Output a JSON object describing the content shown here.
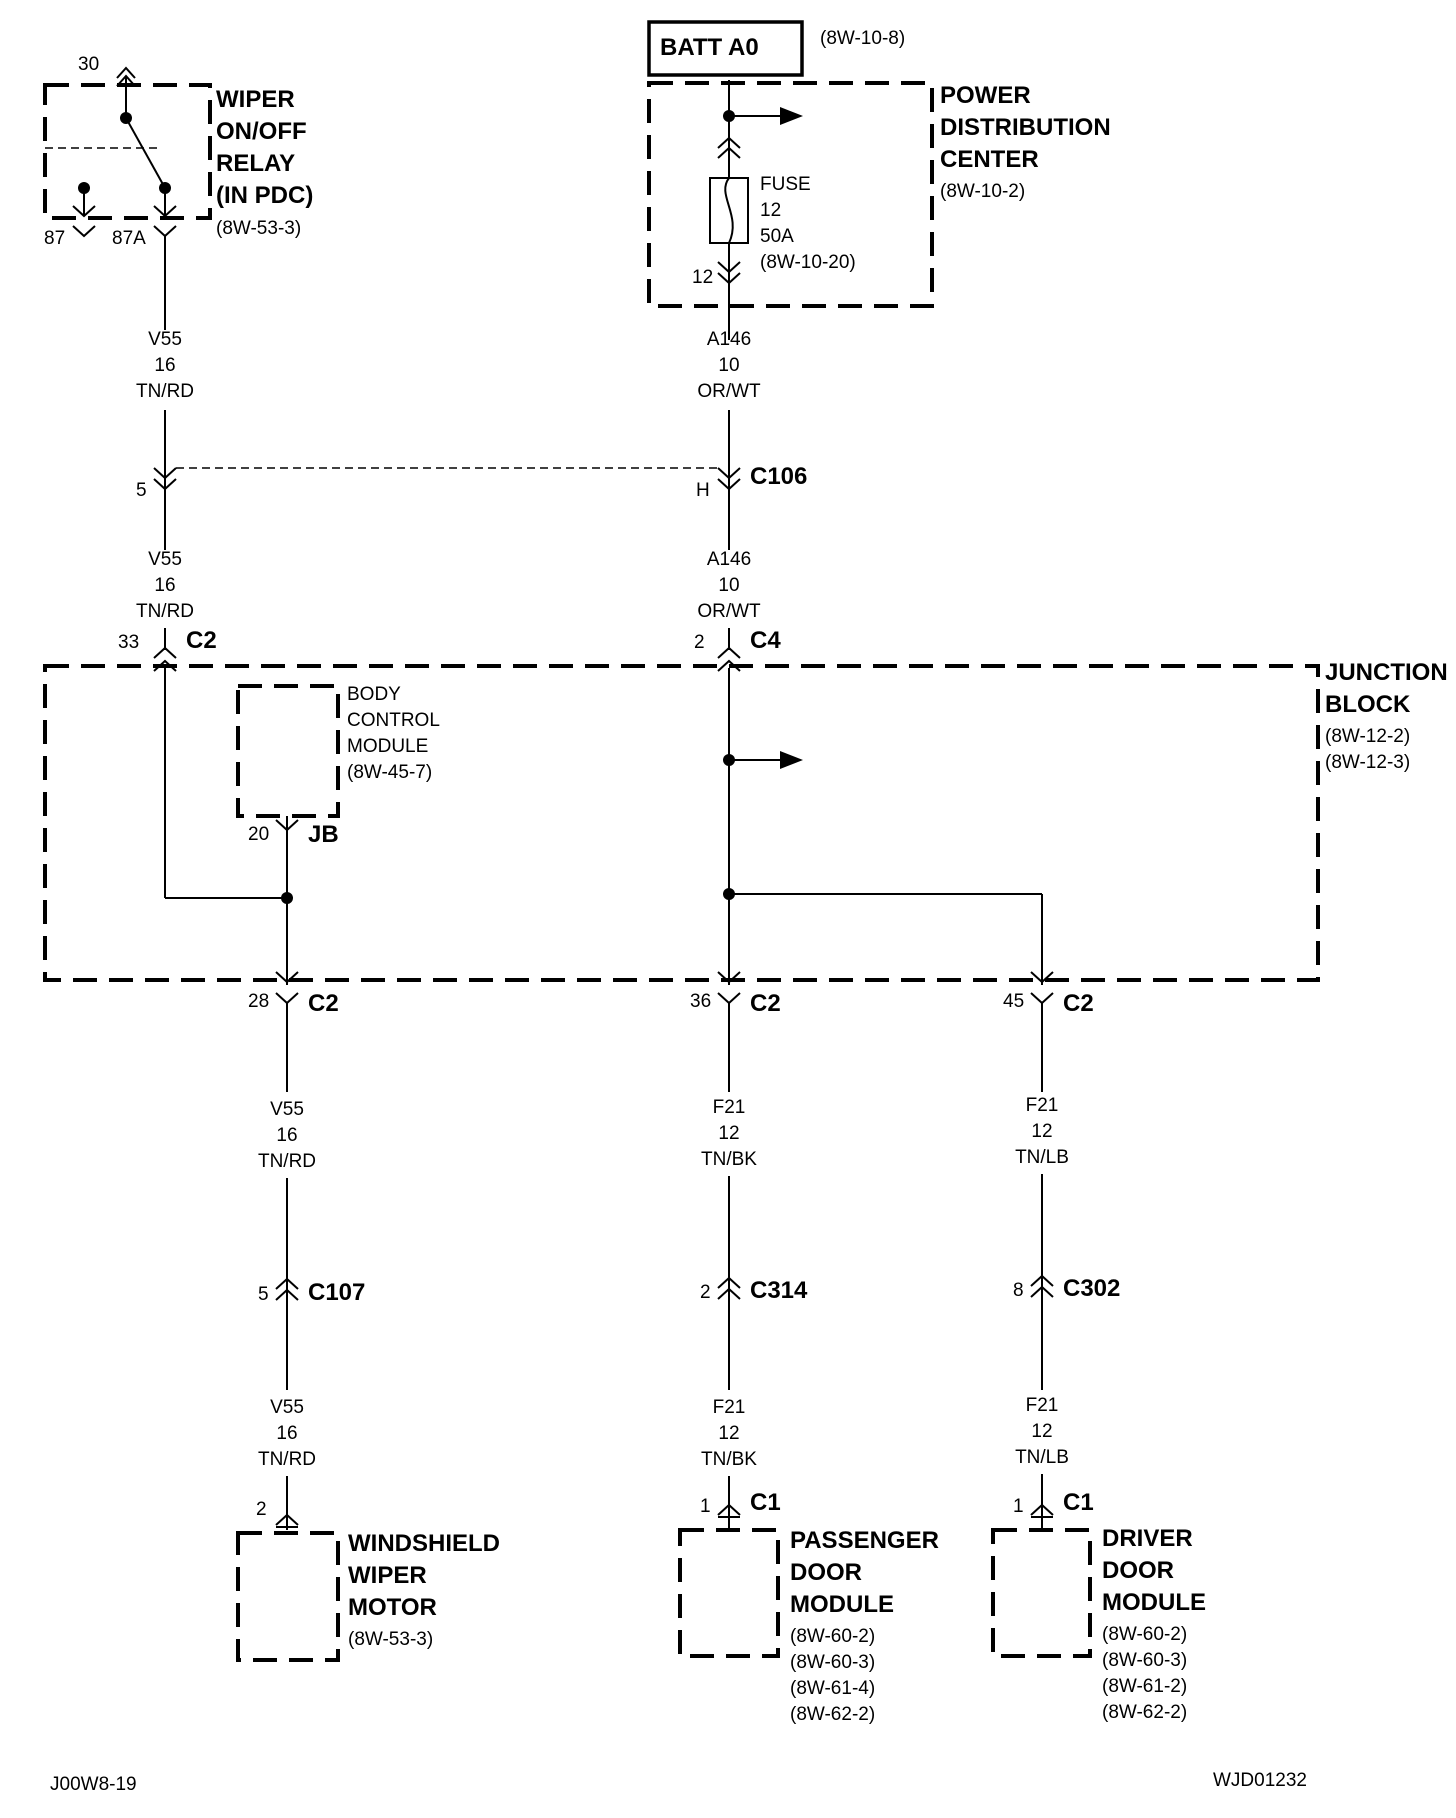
{
  "components": {
    "wiper_relay": {
      "name_lines": [
        "WIPER",
        "ON/OFF",
        "RELAY",
        "(IN PDC)"
      ],
      "ref": "(8W-53-3)",
      "pin_30": "30",
      "pin_87": "87",
      "pin_87a": "87A"
    },
    "batt": {
      "label": "BATT A0",
      "ref": "(8W-10-8)"
    },
    "pdc": {
      "name_lines": [
        "POWER",
        "DISTRIBUTION",
        "CENTER"
      ],
      "ref": "(8W-10-2)"
    },
    "fuse": {
      "lines": [
        "FUSE",
        "12",
        "50A",
        "(8W-10-20)"
      ],
      "pin": "12"
    },
    "bcm": {
      "lines": [
        "BODY",
        "CONTROL",
        "MODULE",
        "(8W-45-7)"
      ],
      "pin": "20",
      "connector": "JB"
    },
    "junction_block": {
      "name_lines": [
        "JUNCTION",
        "BLOCK"
      ],
      "refs": [
        "(8W-12-2)",
        "(8W-12-3)"
      ]
    },
    "wiper_motor": {
      "name_lines": [
        "WINDSHIELD",
        "WIPER",
        "MOTOR"
      ],
      "ref": "(8W-53-3)",
      "pin": "2"
    },
    "passenger_door": {
      "name_lines": [
        "PASSENGER",
        "DOOR",
        "MODULE"
      ],
      "refs": [
        "(8W-60-2)",
        "(8W-60-3)",
        "(8W-61-4)",
        "(8W-62-2)"
      ],
      "pin": "1",
      "connector": "C1"
    },
    "driver_door": {
      "name_lines": [
        "DRIVER",
        "DOOR",
        "MODULE"
      ],
      "refs": [
        "(8W-60-2)",
        "(8W-60-3)",
        "(8W-61-2)",
        "(8W-62-2)"
      ],
      "pin": "1",
      "connector": "C1"
    }
  },
  "wires": {
    "v55_a": [
      "V55",
      "16",
      "TN/RD"
    ],
    "a146_a": [
      "A146",
      "10",
      "OR/WT"
    ],
    "v55_b": [
      "V55",
      "16",
      "TN/RD"
    ],
    "a146_b": [
      "A146",
      "10",
      "OR/WT"
    ],
    "v55_c": [
      "V55",
      "16",
      "TN/RD"
    ],
    "f21_pass_a": [
      "F21",
      "12",
      "TN/BK"
    ],
    "f21_drv_a": [
      "F21",
      "12",
      "TN/LB"
    ],
    "v55_d": [
      "V55",
      "16",
      "TN/RD"
    ],
    "f21_pass_b": [
      "F21",
      "12",
      "TN/BK"
    ],
    "f21_drv_b": [
      "F21",
      "12",
      "TN/LB"
    ]
  },
  "connectors": {
    "c106": {
      "name": "C106",
      "pin_left": "5",
      "pin_right": "H"
    },
    "jb_in_left": {
      "name": "C2",
      "pin": "33"
    },
    "jb_in_right": {
      "name": "C4",
      "pin": "2"
    },
    "jb_out_1": {
      "name": "C2",
      "pin": "28"
    },
    "jb_out_2": {
      "name": "C2",
      "pin": "36"
    },
    "jb_out_3": {
      "name": "C2",
      "pin": "45"
    },
    "c107": {
      "name": "C107",
      "pin": "5"
    },
    "c314": {
      "name": "C314",
      "pin": "2"
    },
    "c302": {
      "name": "C302",
      "pin": "8"
    }
  },
  "footer": {
    "left": "J00W8-19",
    "right": "WJD01232"
  }
}
